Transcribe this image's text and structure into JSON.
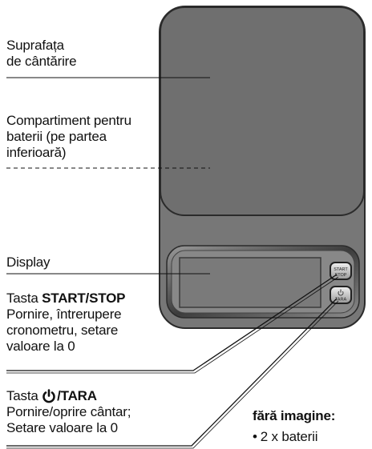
{
  "labels": {
    "weighing_surface": [
      "Suprafața",
      "de cântărire"
    ],
    "battery_compartment": [
      "Compartiment pentru",
      "baterii (pe partea",
      "inferioară)"
    ],
    "display": "Display",
    "start_stop": {
      "prefix": "Tasta ",
      "key": "START/STOP",
      "lines": [
        "Pornire, întrerupere",
        "cronometru, setare",
        "valoare la 0"
      ]
    },
    "power_tara": {
      "prefix": "Tasta ",
      "key": "/TARA",
      "icon": "power-icon",
      "lines": [
        "Pornire/oprire cântar;",
        "Setare valoare la 0"
      ]
    }
  },
  "device_buttons": {
    "start_stop": [
      "START",
      "STOP"
    ],
    "tara": "TARA",
    "tara_icon": "power-icon"
  },
  "no_image": {
    "title": "fără imagine:",
    "items": [
      "2 x baterii"
    ]
  },
  "colors": {
    "body": "#777777",
    "platform": "#6f6f6f",
    "outline": "#2b2b2b",
    "display": "#7a7a7a"
  }
}
